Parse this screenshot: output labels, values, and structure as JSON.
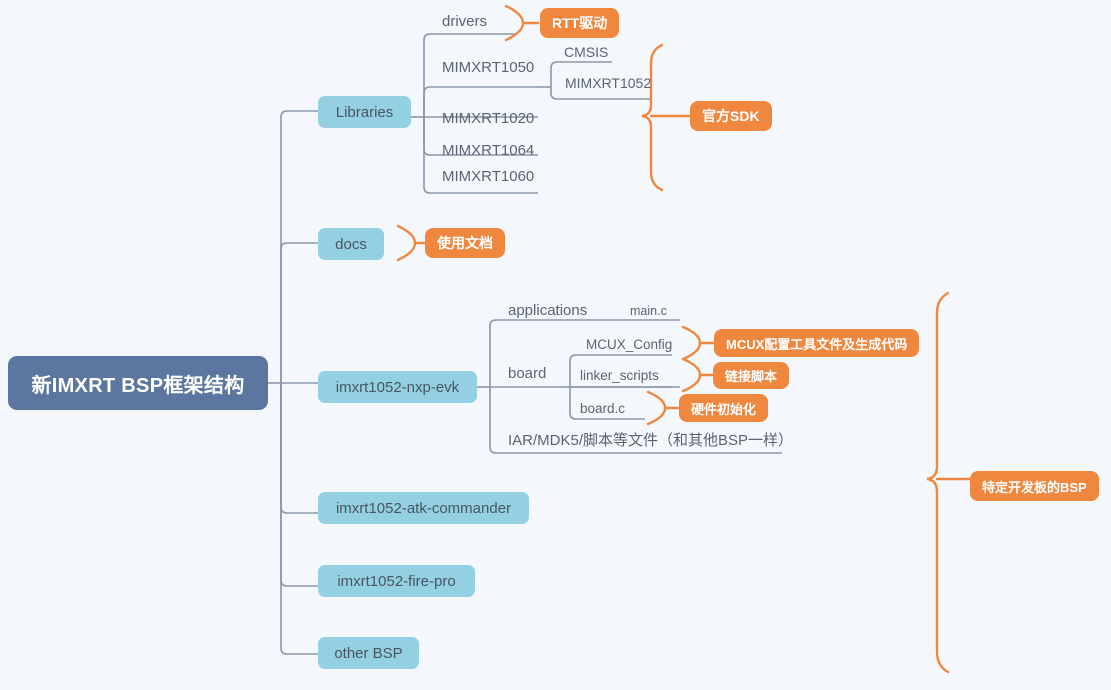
{
  "diagram": {
    "title": "新IMXRT BSP框架结构",
    "type": "mind-map",
    "background_color": "#f4f8fd",
    "colors": {
      "root": "#5b769f",
      "branch": "#92d0e2",
      "callout": "#f0873f",
      "connector": "#8a97a8",
      "text": "#5a6470"
    }
  },
  "root": {
    "label": "新IMXRT BSP框架结构"
  },
  "branches": [
    {
      "label": "Libraries"
    },
    {
      "label": "docs"
    },
    {
      "label": "imxrt1052-nxp-evk"
    },
    {
      "label": "imxrt1052-atk-commander"
    },
    {
      "label": "imxrt1052-fire-pro"
    },
    {
      "label": "other BSP"
    }
  ],
  "libraries_children": [
    {
      "label": "drivers"
    },
    {
      "label": "MIMXRT1050"
    },
    {
      "label": "MIMXRT1020"
    },
    {
      "label": "MIMXRT1064"
    },
    {
      "label": "MIMXRT1060"
    }
  ],
  "mimxrt1050_children": [
    {
      "label": "CMSIS"
    },
    {
      "label": "MIMXRT1052"
    }
  ],
  "nxp_evk_children": [
    {
      "label": "applications"
    },
    {
      "label": "main.c"
    },
    {
      "label": "board"
    },
    {
      "label": "IAR/MDK5/脚本等文件（和其他BSP一样）"
    }
  ],
  "board_children": [
    {
      "label": "MCUX_Config"
    },
    {
      "label": "linker_scripts"
    },
    {
      "label": "board.c"
    }
  ],
  "callouts": [
    {
      "label": "RTT驱动"
    },
    {
      "label": "官方SDK"
    },
    {
      "label": "使用文档"
    },
    {
      "label": "MCUX配置工具文件及生成代码"
    },
    {
      "label": "链接脚本"
    },
    {
      "label": "硬件初始化"
    },
    {
      "label": "特定开发板的BSP"
    }
  ]
}
